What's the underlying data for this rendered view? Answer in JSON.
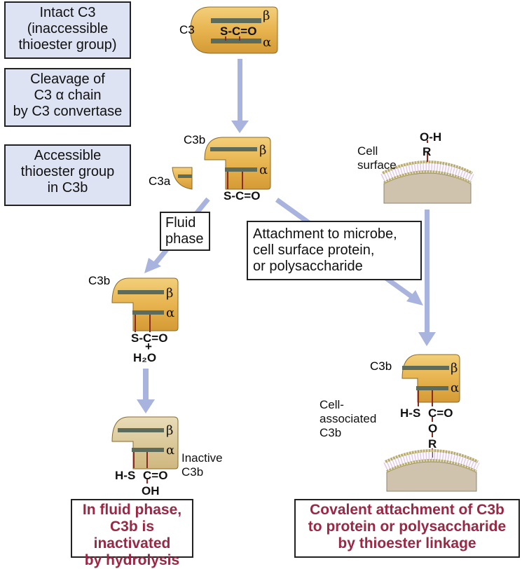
{
  "steps": [
    {
      "lines": [
        "Intact C3",
        "(inaccessible",
        "thioester group)"
      ]
    },
    {
      "lines": [
        "Cleavage of",
        "C3 α chain",
        "by C3 convertase"
      ]
    },
    {
      "lines": [
        "Accessible",
        "thioester group",
        "in C3b"
      ]
    }
  ],
  "labels": {
    "c3": "C3",
    "c3b": "C3b",
    "c3a": "C3a",
    "beta": "β",
    "alpha": "α",
    "thioester": "S-C=O",
    "plus": "+",
    "water": "H₂O",
    "hs": "H-S",
    "co": "C=O",
    "oh": "OH",
    "o": "O",
    "r": "R",
    "oh_group": "O-H",
    "cell_surface": [
      "Cell",
      "surface"
    ],
    "inactive_c3b": [
      "Inactive",
      "C3b"
    ],
    "cell_associated": [
      "Cell-",
      "associated",
      "C3b"
    ]
  },
  "fluid_phase_box": {
    "lines": [
      "Fluid",
      "phase"
    ]
  },
  "attachment_box": {
    "lines": [
      "Attachment to microbe,",
      "cell surface protein,",
      "or polysaccharide"
    ]
  },
  "outcomes": {
    "left": {
      "lines": [
        "In fluid phase,",
        "C3b is inactivated",
        "by hydrolysis"
      ]
    },
    "right": {
      "lines": [
        "Covalent attachment of C3b",
        "to protein or polysaccharide",
        "by thioester linkage"
      ]
    }
  },
  "colors": {
    "protein_fill": "#e7b44f",
    "protein_fill_inactive": "#d9c79a",
    "chain": "#5c6b5a",
    "bond": "#8a2a22",
    "arrow": "#a9b4de",
    "step_box_fill": "#dde3f3",
    "outcome_text": "#9a2743",
    "membrane_base": "#cfc3ad",
    "lipid_head": "#b8ad6e"
  }
}
